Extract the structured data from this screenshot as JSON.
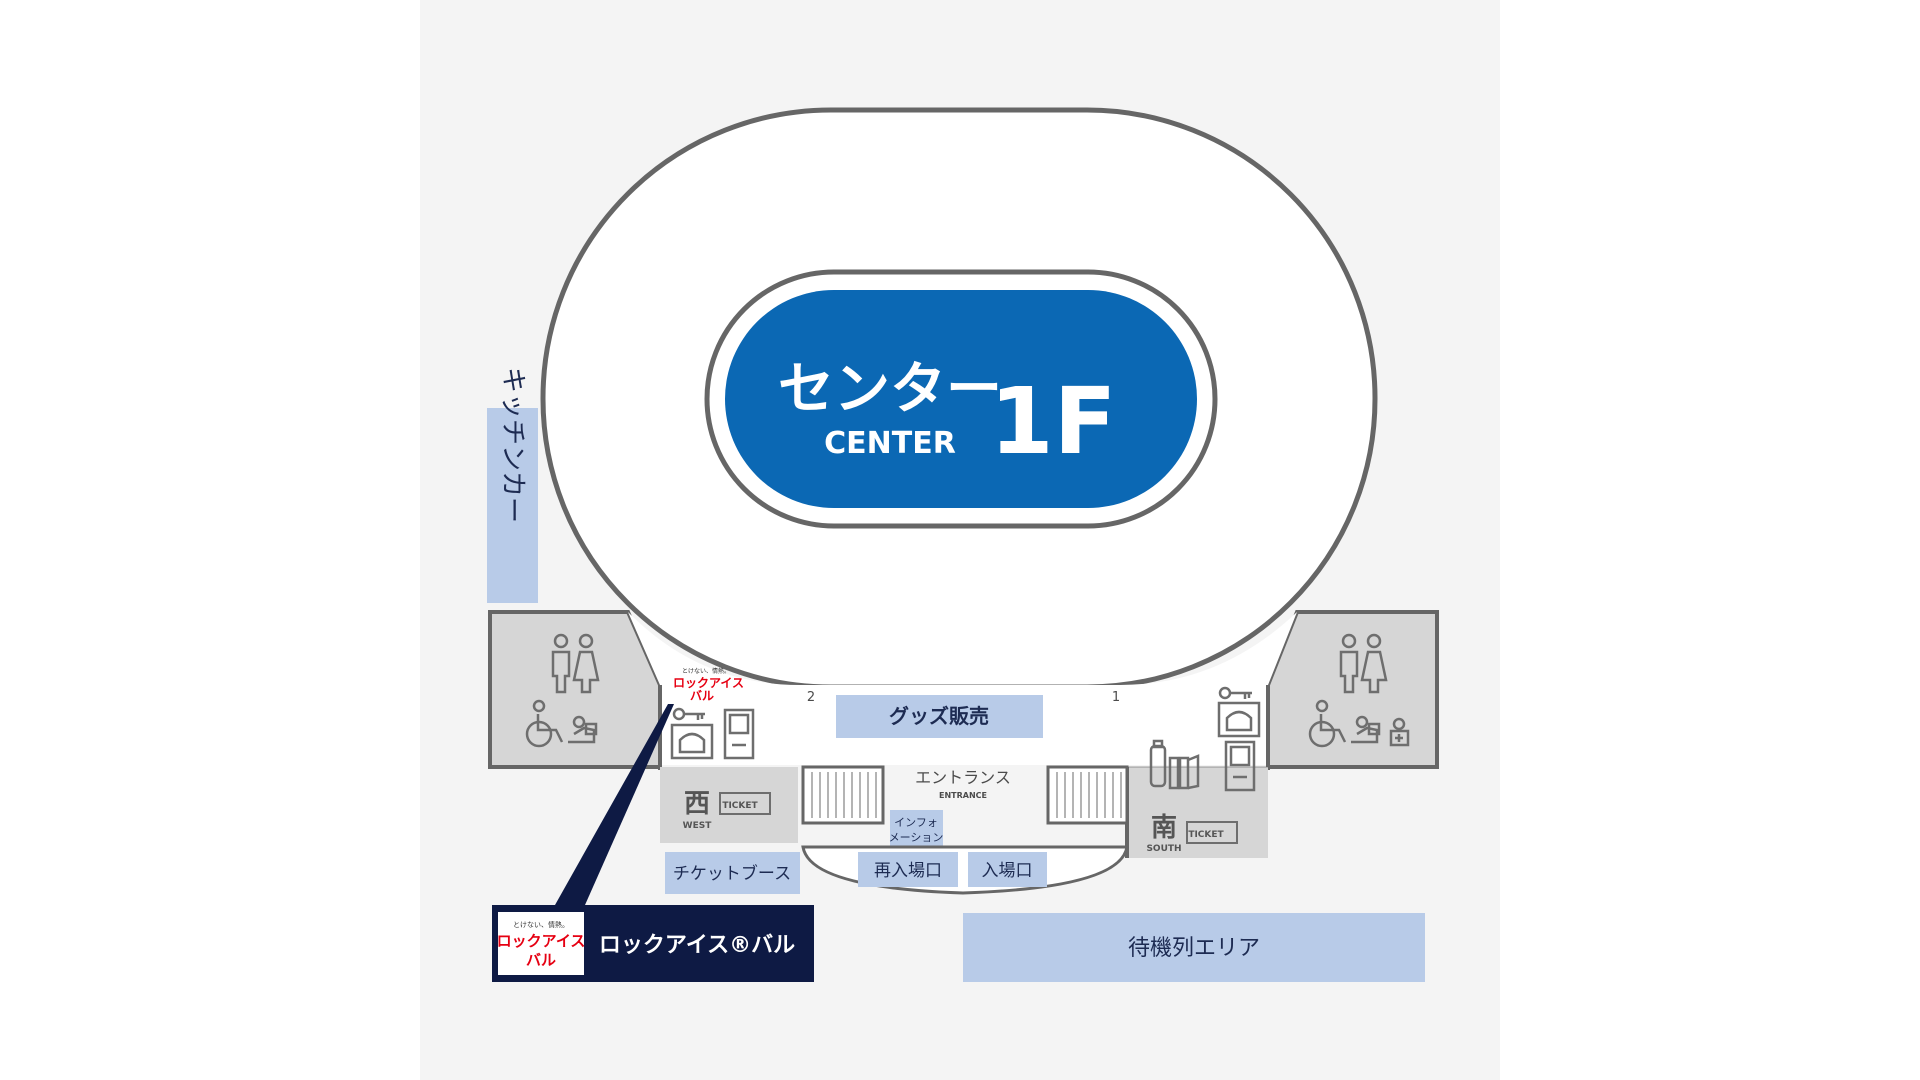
{
  "floor": {
    "label_jp": "センター",
    "label_en": "CENTER",
    "level": "1F",
    "accent_color": "#0b68b4"
  },
  "areas": {
    "kitchen_car": "キッチンカー",
    "goods_sales": "グッズ販売",
    "entrance_jp": "エントランス",
    "entrance_en": "ENTRANCE",
    "information": [
      "インフォ",
      "メーション"
    ],
    "reentry": "再入場口",
    "admission": "入場口",
    "ticket_booth": "チケットブース",
    "waiting_area": "待機列エリア",
    "area_color": "#b8cbe8"
  },
  "gates": {
    "west": {
      "kanji": "西",
      "en": "WEST",
      "ticket": "TICKET"
    },
    "south": {
      "kanji": "南",
      "en": "SOUTH",
      "ticket": "TICKET"
    },
    "number_left": "2",
    "number_right": "1"
  },
  "callout": {
    "name": "ロックアイス®バル",
    "logo_tagline": "とけない、情熱。",
    "logo_line1": "ロックアイス",
    "logo_line2": "バル",
    "logo_color": "#e60012",
    "box_color": "#0e1a44"
  },
  "icons": [
    "restroom-icon",
    "wheelchair-icon",
    "nursing-room-icon",
    "first-aid-icon",
    "coin-locker-icon",
    "cloakroom-icon",
    "vending-machine-icon",
    "drink-bottle-icon",
    "books-icon"
  ]
}
